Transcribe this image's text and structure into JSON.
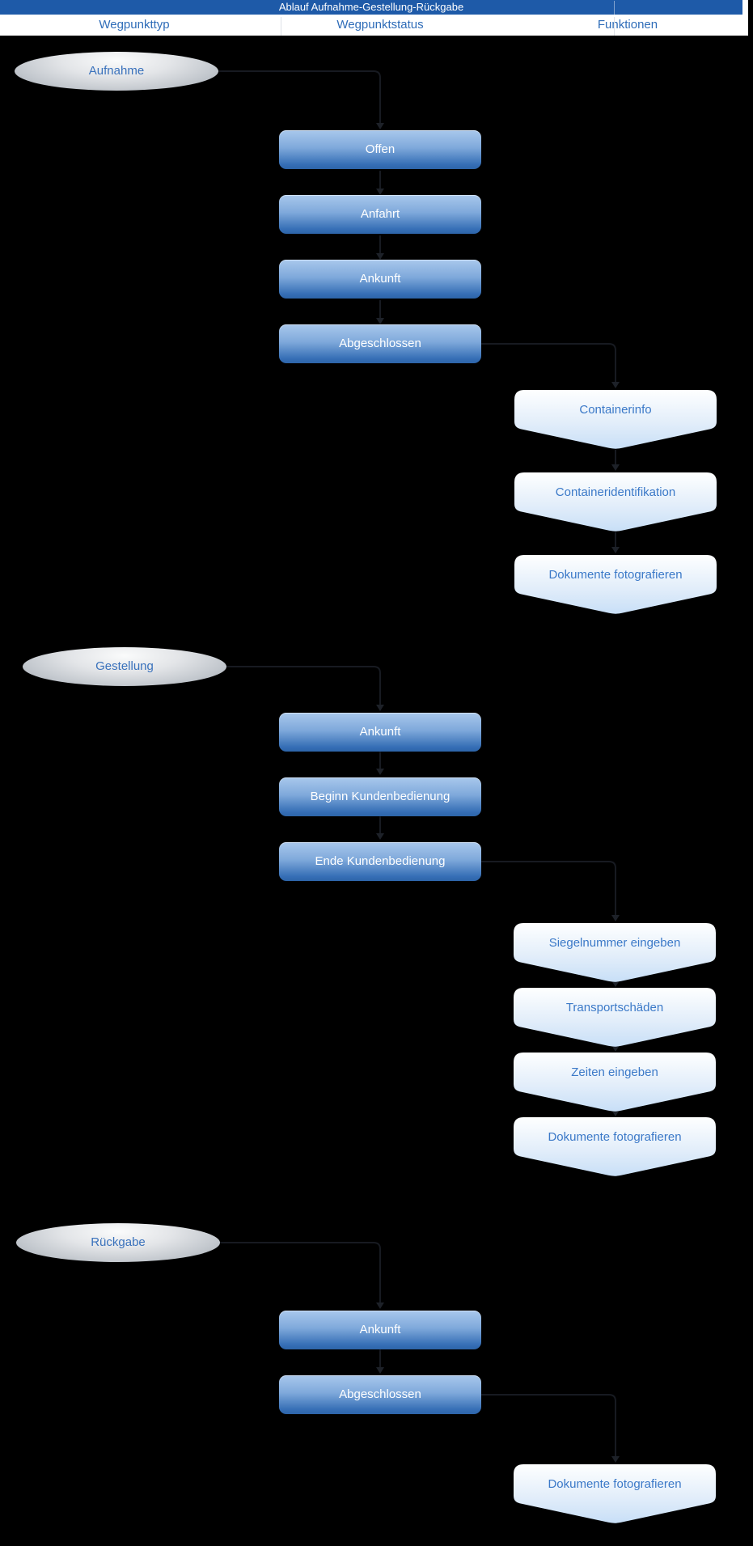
{
  "title": "Ablauf Aufnahme-Gestellung-Rückgabe",
  "columns": [
    "Wegpunkttyp",
    "Wegpunktstatus",
    "Funktionen"
  ],
  "colors": {
    "titlebar-bg": "#1e5aa8",
    "titlebar-text": "#ffffff",
    "header-text": "#2e6cb8",
    "ellipse-text": "#3a72bc",
    "status-text": "#ffffff",
    "fn-text": "#3b79c8",
    "status-gradient-top": "#a9c8ec",
    "status-gradient-bottom": "#2d64a9",
    "function-gradient-top": "#feffff",
    "function-gradient-bottom": "#c8dff7",
    "connector": "#171a21",
    "background": "#000000"
  },
  "sections": [
    {
      "name": "Aufnahme",
      "statuses": [
        "Offen",
        "Anfahrt",
        "Ankunft",
        "Abgeschlossen"
      ],
      "functions": [
        "Containerinfo",
        "Containeridentifikation",
        "Dokumente fotografieren"
      ]
    },
    {
      "name": "Gestellung",
      "statuses": [
        "Ankunft",
        "Beginn Kundenbedienung",
        "Ende Kundenbedienung"
      ],
      "functions": [
        "Siegelnummer eingeben",
        "Transportschäden",
        "Zeiten eingeben",
        "Dokumente fotografieren"
      ]
    },
    {
      "name": "Rückgabe",
      "statuses": [
        "Ankunft",
        "Abgeschlossen"
      ],
      "functions": [
        "Dokumente fotografieren"
      ]
    }
  ]
}
